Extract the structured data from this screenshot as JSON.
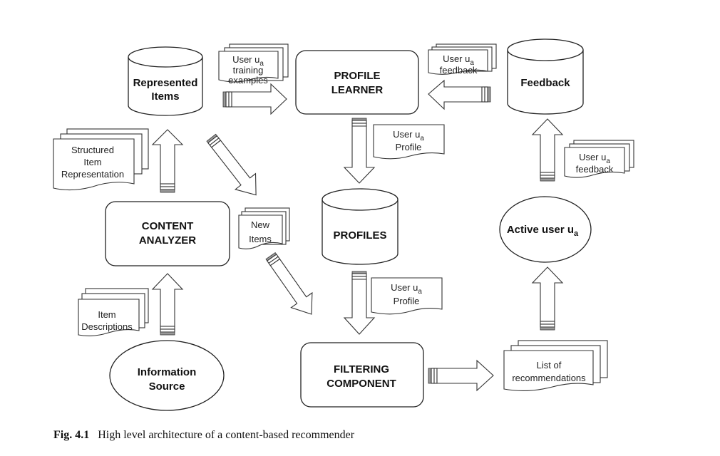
{
  "figure": {
    "caption_label": "Fig. 4.1",
    "caption_text": "High level architecture of a content-based recommender"
  },
  "nodes": {
    "represented_items": {
      "type": "database",
      "lines": [
        "Represented",
        "Items"
      ]
    },
    "profile_learner": {
      "type": "process",
      "lines": [
        "PROFILE",
        "LEARNER"
      ]
    },
    "feedback": {
      "type": "database",
      "lines": [
        "Feedback"
      ]
    },
    "content_analyzer": {
      "type": "process",
      "lines": [
        "CONTENT",
        "ANALYZER"
      ]
    },
    "profiles": {
      "type": "database",
      "lines": [
        "PROFILES"
      ]
    },
    "active_user": {
      "type": "actor",
      "text": "Active user u",
      "subscript": "a"
    },
    "information_source": {
      "type": "actor",
      "lines": [
        "Information",
        "Source"
      ]
    },
    "filtering_component": {
      "type": "process",
      "lines": [
        "FILTERING",
        "COMPONENT"
      ]
    }
  },
  "documents": {
    "training_examples": {
      "line1": "User u",
      "line1_sub": "a",
      "line2": "training",
      "line3": "examples"
    },
    "feedback_top": {
      "line1": "User u",
      "line1_sub": "a",
      "line2": "feedback"
    },
    "structured_item": {
      "lines": [
        "Structured",
        "Item",
        "Representation"
      ]
    },
    "profile_top": {
      "line1": "User u",
      "line1_sub": "a",
      "line2": "Profile"
    },
    "feedback_right": {
      "line1": "User u",
      "line1_sub": "a",
      "line2": "feedback"
    },
    "new_items": {
      "lines": [
        "New",
        "Items"
      ]
    },
    "profile_bottom": {
      "line1": "User u",
      "line1_sub": "a",
      "line2": "Profile"
    },
    "item_descriptions": {
      "lines": [
        "Item",
        "Descriptions"
      ]
    },
    "recommendations": {
      "lines": [
        "List of",
        "recommendations"
      ]
    }
  },
  "edges": [
    {
      "from": "information_source",
      "to": "content_analyzer",
      "carries": "Item Descriptions"
    },
    {
      "from": "content_analyzer",
      "to": "represented_items",
      "carries": "Structured Item Representation"
    },
    {
      "from": "represented_items",
      "to": "profile_learner",
      "carries": "User u_a training examples"
    },
    {
      "from": "feedback",
      "to": "profile_learner",
      "carries": "User u_a feedback"
    },
    {
      "from": "profile_learner",
      "to": "profiles",
      "carries": "User u_a Profile"
    },
    {
      "from": "represented_items",
      "to": "new_items",
      "carries": ""
    },
    {
      "from": "new_items",
      "to": "filtering_component",
      "carries": "New Items"
    },
    {
      "from": "profiles",
      "to": "filtering_component",
      "carries": "User u_a Profile"
    },
    {
      "from": "filtering_component",
      "to": "recommendations",
      "carries": "List of recommendations"
    },
    {
      "from": "recommendations",
      "to": "active_user",
      "carries": ""
    },
    {
      "from": "active_user",
      "to": "feedback",
      "carries": "User u_a feedback"
    }
  ]
}
